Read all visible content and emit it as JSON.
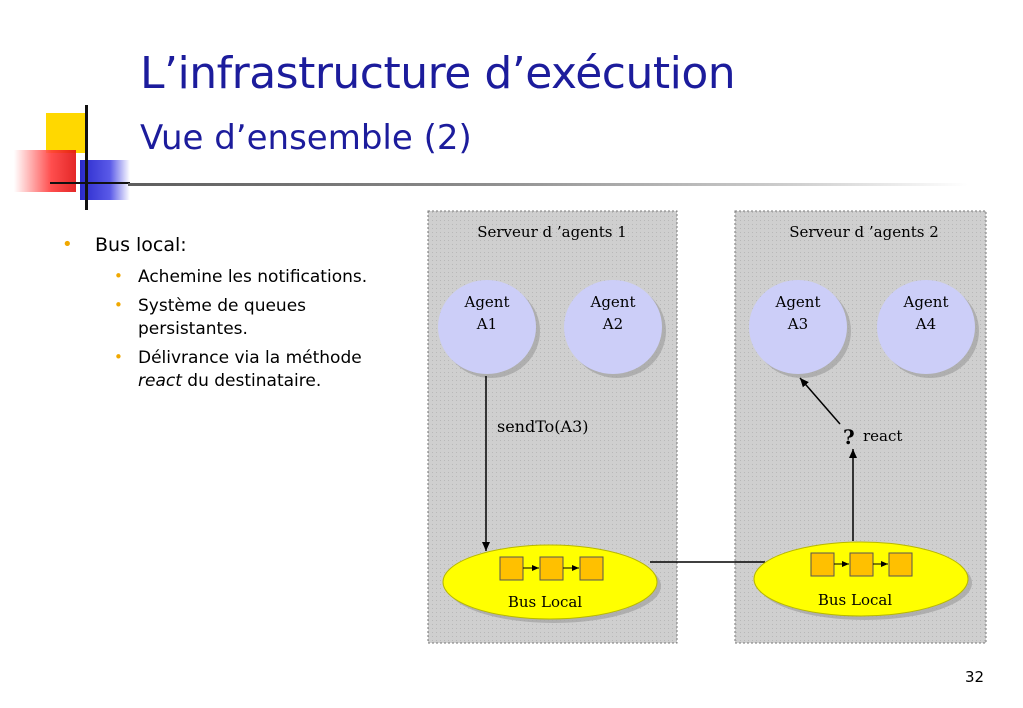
{
  "slide": {
    "title": "L’infrastructure d’exécution",
    "subtitle": "Vue d’ensemble (2)",
    "page_number": "32"
  },
  "bullets": {
    "main": "Bus local:",
    "sub1": "Achemine les notifications.",
    "sub2": "Système de queues persistantes.",
    "sub3_before": "Délivrance via la méthode ",
    "sub3_italic": "react",
    "sub3_after": " du destinataire."
  },
  "diagram": {
    "server1": {
      "label": "Serveur d ’agents 1",
      "agents": [
        {
          "line1": "Agent",
          "line2": "A1"
        },
        {
          "line1": "Agent",
          "line2": "A2"
        }
      ],
      "bus_label": "Bus Local"
    },
    "server2": {
      "label": "Serveur d ’agents 2",
      "agents": [
        {
          "line1": "Agent",
          "line2": "A3"
        },
        {
          "line1": "Agent",
          "line2": "A4"
        }
      ],
      "bus_label": "Bus Local"
    },
    "send_label": "sendTo(A3)",
    "question_mark": "?",
    "react_label": "react"
  },
  "colors": {
    "title": "#1c1c9c",
    "bullet": "#f0a800",
    "server_bg": "#cfcfcf",
    "agent_fill": "#cccef8",
    "bus_fill": "#ffff00",
    "queue_fill": "#ffc000"
  }
}
